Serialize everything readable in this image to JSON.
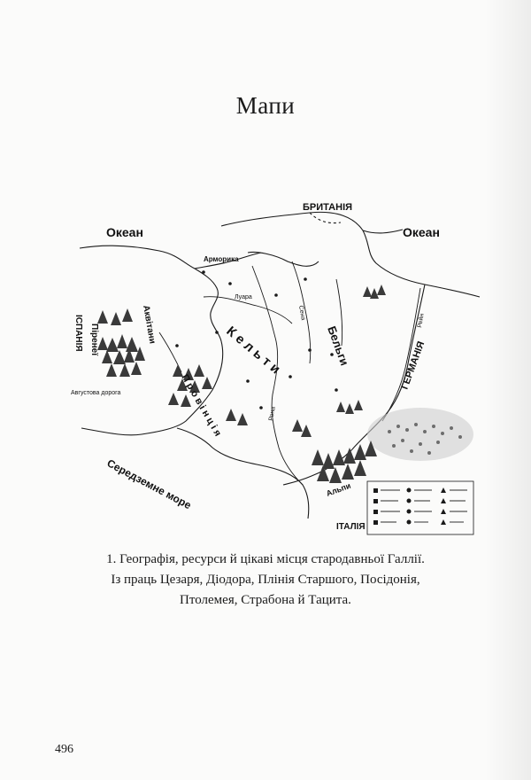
{
  "section_title": "Мапи",
  "map": {
    "labels": {
      "ocean_west": "Океан",
      "ocean_east": "Океан",
      "britain": "БРИТАНІЯ",
      "germany": "ГЕРМАНІЯ",
      "spain": "ІСПАНІЯ",
      "pyrenees": "Піренеї",
      "aquitani": "Аквітани",
      "celts": "К е л ь т и",
      "belgae": "Бельги",
      "mediterranean": "Середземне море",
      "italy": "ІТАЛІЯ",
      "alps": "Альпи",
      "armorica": "Арморика",
      "augustan_road": "Августова дорога",
      "provincia": "П р о в і н ц і я",
      "rhine": "Рейн",
      "seine": "Сена",
      "loire": "Луара",
      "rhone": "Рона"
    },
    "legend_icon_names": [
      "mine-icon",
      "salt-icon",
      "camp-icon",
      "ford-icon",
      "grain-icon",
      "boar-icon",
      "sheep-icon",
      "horse-icon",
      "wine-icon",
      "tin-icon",
      "forest-icon",
      "shrine-icon"
    ],
    "colors": {
      "ink": "#1a1a1a",
      "mountain": "#3a3a3a",
      "forest": "#6d6d6d",
      "land": "#fbfbfa"
    }
  },
  "caption": {
    "line1": "1. Географія, ресурси й цікаві місця стародавньої Галлії.",
    "line2": "Із праць Цезаря, Діодора, Плінія Старшого, Посідонія,",
    "line3": "Птолемея, Страбона й Тацита."
  },
  "page_number": "496"
}
